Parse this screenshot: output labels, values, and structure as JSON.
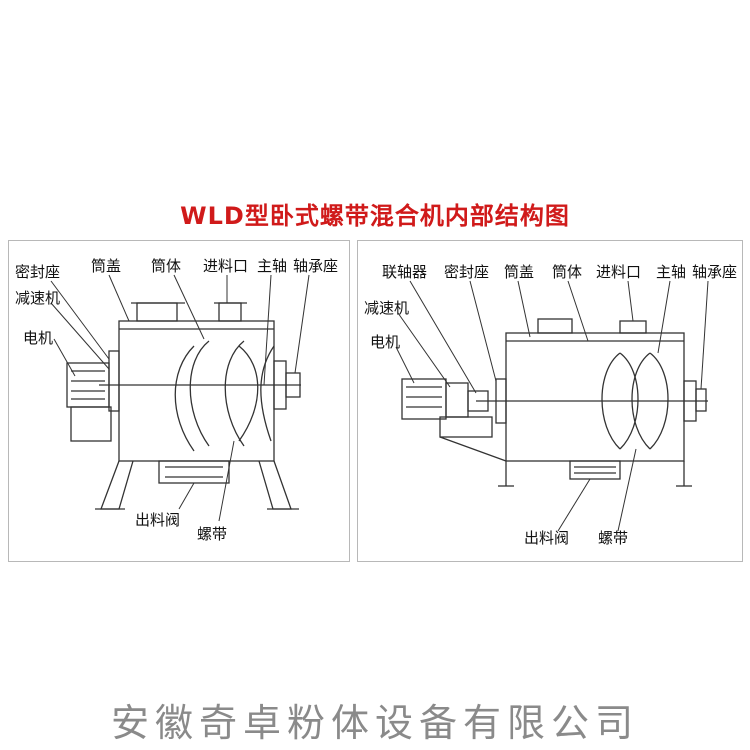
{
  "title": "WLD型卧式螺带混合机内部结构图",
  "left_diagram": {
    "labels": {
      "seal_seat": "密封座",
      "cover": "筒盖",
      "body": "筒体",
      "inlet": "进料口",
      "main_shaft": "主轴",
      "bearing_seat": "轴承座",
      "reducer": "减速机",
      "motor": "电机",
      "outlet_valve": "出料阀",
      "ribbon": "螺带"
    }
  },
  "right_diagram": {
    "labels": {
      "coupling": "联轴器",
      "seal_seat": "密封座",
      "cover": "筒盖",
      "body": "筒体",
      "inlet": "进料口",
      "main_shaft": "主轴",
      "bearing_seat": "轴承座",
      "reducer": "减速机",
      "motor": "电机",
      "outlet_valve": "出料阀",
      "ribbon": "螺带"
    }
  },
  "footer": {
    "company": "安徽奇卓粉体设备有限公司"
  }
}
